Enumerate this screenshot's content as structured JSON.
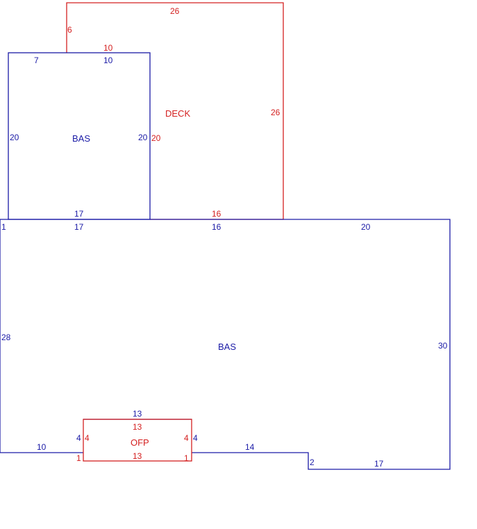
{
  "colors": {
    "blue": "#1a1aa6",
    "red": "#d42020"
  },
  "areas": {
    "deck": {
      "name": "DECK",
      "dims": {
        "top": "26",
        "left_upper": "6",
        "left_lower": "10",
        "right": "26",
        "inner_left": "20",
        "bottom": "16"
      }
    },
    "bas_upper": {
      "name": "BAS",
      "dims": {
        "left": "20",
        "top_left": "7",
        "top_right": "10",
        "right": "20",
        "bottom": "17"
      }
    },
    "bas_main": {
      "name": "BAS",
      "dims": {
        "top_left_jog": "1",
        "top_a": "17",
        "top_b": "16",
        "top_c": "20",
        "left": "28",
        "right": "30",
        "bottom_left": "10",
        "bottom_mid": "14",
        "step": "2",
        "bottom_right": "17",
        "porch_top": "13",
        "porch_left": "4",
        "porch_right": "4"
      }
    },
    "ofp": {
      "name": "OFP",
      "dims": {
        "top": "13",
        "left": "4",
        "right": "4",
        "bottom": "13",
        "left_jog": "1",
        "right_jog": "1"
      }
    }
  }
}
